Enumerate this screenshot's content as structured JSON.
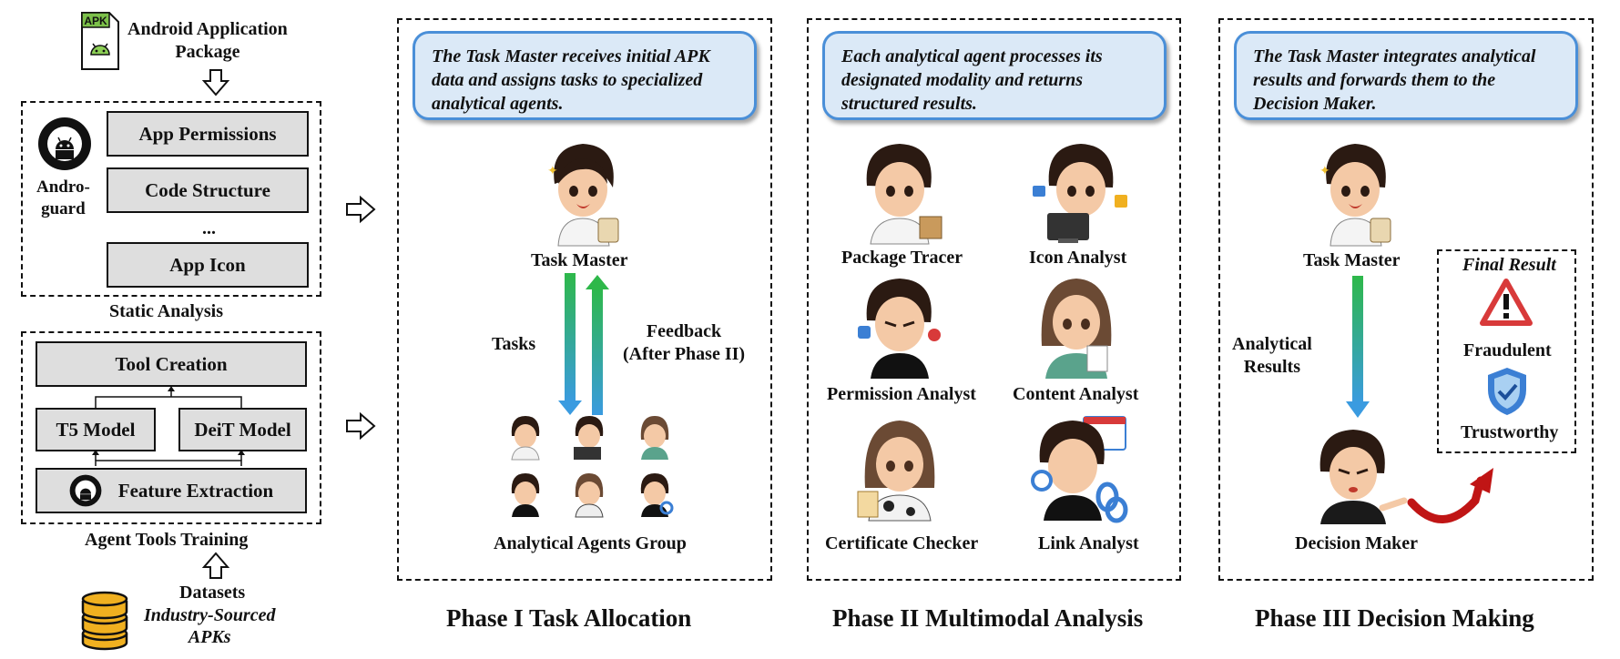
{
  "input": {
    "apk_badge": "APK",
    "title_line1": "Android Application",
    "title_line2": "Package"
  },
  "static_analysis": {
    "tool_name_line1": "Andro-",
    "tool_name_line2": "guard",
    "items": [
      "App Permissions",
      "Code Structure",
      "...",
      "App Icon"
    ],
    "caption": "Static Analysis"
  },
  "tools_training": {
    "tool_creation": "Tool Creation",
    "t5_model": "T5 Model",
    "deit_model": "DeiT Model",
    "feature_extraction": "Feature Extraction",
    "caption": "Agent Tools Training"
  },
  "datasets": {
    "title": "Datasets",
    "subtitle_line1": "Industry-Sourced",
    "subtitle_line2": "APKs"
  },
  "phase1": {
    "callout": "The Task Master receives initial APK data and  assigns tasks to specialized analytical agents.",
    "task_master": "Task Master",
    "tasks_label": "Tasks",
    "feedback_line1": "Feedback",
    "feedback_line2": "(After Phase II)",
    "group_label": "Analytical Agents Group",
    "title": "Phase I Task Allocation"
  },
  "phase2": {
    "callout": "Each analytical agent processes its designated modality and returns structured results.",
    "agents": [
      "Package Tracer",
      "Icon Analyst",
      "Permission Analyst",
      "Content Analyst",
      "Certificate Checker",
      "Link Analyst"
    ],
    "title": "Phase II Multimodal Analysis"
  },
  "phase3": {
    "callout": "The Task Master integrates analytical results and forwards them to the Decision Maker.",
    "task_master": "Task Master",
    "results_line1": "Analytical",
    "results_line2": "Results",
    "decision_maker": "Decision Maker",
    "final_result": "Final Result",
    "fraudulent": "Fraudulent",
    "trustworthy": "Trustworthy",
    "title": "Phase III Decision Making"
  },
  "colors": {
    "callout_fill": "#dbe9f7",
    "callout_border": "#4a8fd8",
    "arrow_green": "#2eb84a",
    "arrow_blue": "#3a9be0",
    "warning_red": "#d83a3a",
    "shield_blue": "#3b7fd4",
    "database_gold": "#f0b020",
    "curved_arrow": "#c01515"
  }
}
